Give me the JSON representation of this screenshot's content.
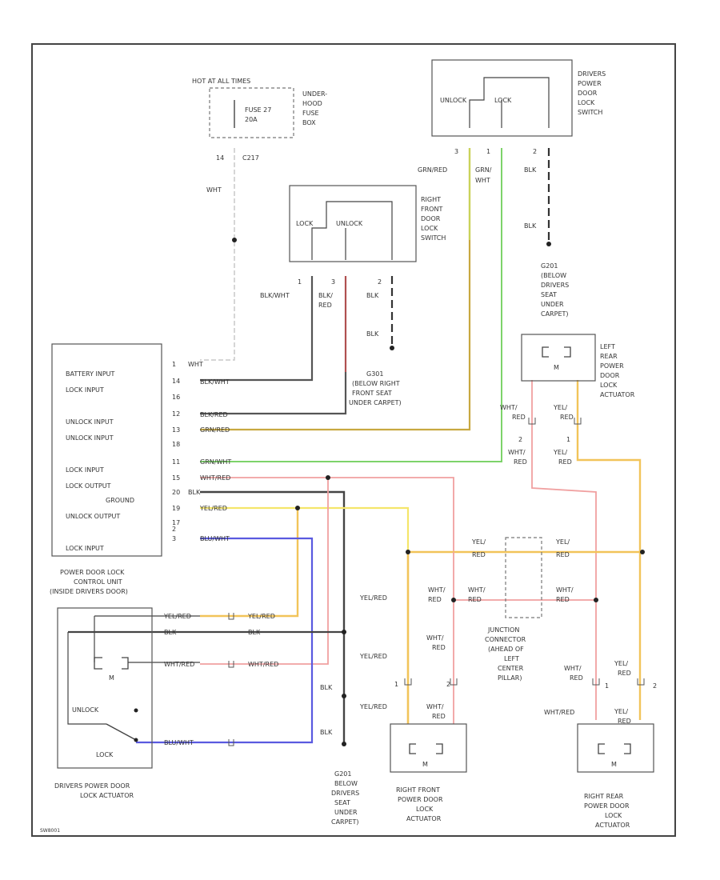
{
  "fuse_box": {
    "hot_label": "HOT AT ALL TIMES",
    "fuse": "FUSE 27",
    "rating": "20A",
    "location": [
      "UNDER-",
      "HOOD",
      "FUSE",
      "BOX"
    ],
    "pin": "14",
    "connector": "C217",
    "wire": "WHT"
  },
  "drivers_switch": {
    "title": [
      "DRIVERS",
      "POWER",
      "DOOR",
      "LOCK",
      "SWITCH"
    ],
    "unlock": "UNLOCK",
    "lock": "LOCK",
    "pins": [
      "3",
      "1",
      "2"
    ],
    "wires": [
      "GRN/RED",
      "GRN/",
      "WHT",
      "BLK",
      "BLK"
    ]
  },
  "right_front_switch": {
    "title": [
      "RIGHT",
      "FRONT",
      "DOOR",
      "LOCK",
      "SWITCH"
    ],
    "lock": "LOCK",
    "unlock": "UNLOCK",
    "pins": [
      "1",
      "3",
      "2"
    ],
    "wires": [
      "BLK/WHT",
      "BLK/",
      "RED",
      "BLK",
      "BLK"
    ],
    "ground": [
      "G301",
      "(BELOW RIGHT",
      "FRONT SEAT",
      "UNDER CARPET)"
    ]
  },
  "control_unit": {
    "inputs": [
      "BATTERY INPUT",
      "LOCK INPUT",
      "UNLOCK INPUT",
      "UNLOCK INPUT",
      "LOCK INPUT",
      "LOCK OUTPUT",
      "GROUND",
      "UNLOCK OUTPUT",
      "LOCK INPUT"
    ],
    "pins": [
      "1",
      "14",
      "16",
      "12",
      "13",
      "18",
      "11",
      "15",
      "20",
      "19",
      "17",
      "2",
      "3"
    ],
    "wires": [
      "WHT",
      "BLK/WHT",
      "BLK/RED",
      "GRN/RED",
      "GRN/WHT",
      "WHT/RED",
      "BLK",
      "YEL/RED",
      "BLU/WHT"
    ],
    "title": [
      "POWER DOOR LOCK",
      "CONTROL UNIT",
      "(INSIDE DRIVERS DOOR)"
    ]
  },
  "drivers_actuator": {
    "title": [
      "DRIVERS POWER DOOR",
      "LOCK ACTUATOR"
    ],
    "unlock": "UNLOCK",
    "lock": "LOCK",
    "motor": "M",
    "wires": [
      "YEL/RED",
      "YEL/RED",
      "BLK",
      "BLK",
      "WHT/RED",
      "WHT/RED",
      "BLU/WHT"
    ]
  },
  "ground_g201": {
    "wires": [
      "BLK",
      "BLK"
    ],
    "label": [
      "G201",
      "BELOW",
      "DRIVERS",
      "SEAT",
      "UNDER",
      "CARPET)"
    ]
  },
  "ground_g301_upper": {
    "label": [
      "G201",
      "(BELOW",
      "DRIVERS",
      "SEAT",
      "UNDER",
      "CARPET)"
    ]
  },
  "left_rear": {
    "title": [
      "LEFT",
      "REAR",
      "POWER",
      "DOOR",
      "LOCK",
      "ACTUATOR"
    ],
    "motor": "M",
    "wires": [
      "WHT/",
      "RED",
      "YEL/",
      "RED",
      "WHT/",
      "RED",
      "YEL/",
      "RED"
    ],
    "pins": [
      "2",
      "1"
    ]
  },
  "junction": {
    "title": [
      "JUNCTION",
      "CONNECTOR",
      "(AHEAD OF",
      "LEFT",
      "CENTER",
      "PILLAR)"
    ],
    "wires": [
      "YEL/",
      "RED",
      "YEL/",
      "RED",
      "WHT/",
      "RED",
      "WHT/",
      "RED",
      "WHT/",
      "RED"
    ]
  },
  "right_front_actuator": {
    "title": [
      "RIGHT FRONT",
      "POWER DOOR",
      "LOCK",
      "ACTUATOR"
    ],
    "motor": "M",
    "wires": [
      "YEL/RED",
      "YEL/RED",
      "YEL/RED",
      "WHT/",
      "RED",
      "WHT/",
      "RED"
    ],
    "pins": [
      "1",
      "2"
    ]
  },
  "right_rear_actuator": {
    "title": [
      "RIGHT REAR",
      "POWER DOOR",
      "LOCK",
      "ACTUATOR"
    ],
    "motor": "M",
    "wires": [
      "WHT/",
      "RED",
      "YEL/",
      "RED",
      "WHT/RED",
      "YEL/",
      "RED"
    ],
    "pins": [
      "1",
      "2"
    ]
  },
  "footer_code": "SW8001",
  "colors": {
    "wht": "#c0c0c0",
    "blk": "#333333",
    "red": "#b05050",
    "grn": "#7dd36a",
    "grn_red": "#c8a840",
    "yel": "#f2c45a",
    "yel_line": "#f5e66a",
    "pink": "#f0a0a0",
    "blu": "#5a5ae0",
    "frame": "#444444"
  }
}
